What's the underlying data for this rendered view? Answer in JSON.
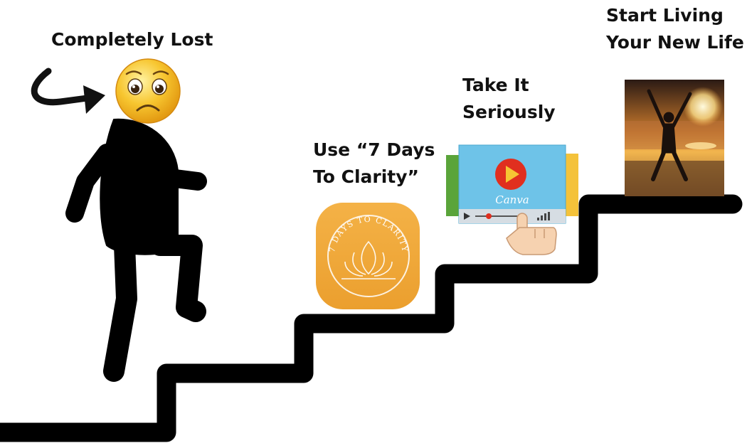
{
  "steps": [
    {
      "lines": [
        "Completely Lost"
      ]
    },
    {
      "lines": [
        "Use “7 Days",
        "To Clarity”"
      ]
    },
    {
      "lines": [
        "Take It",
        "Seriously"
      ]
    },
    {
      "lines": [
        "Start Living",
        "Your New Life"
      ]
    }
  ],
  "badge": {
    "text": "7 DAYS TO CLARITY"
  },
  "video": {
    "brand": "Canva"
  },
  "colors": {
    "stairs": "#000000",
    "figure": "#000000",
    "emoji": "#f7c630",
    "badge": "#f0a93a",
    "video_screen": "#67c1e6",
    "play": "#e02f1f"
  },
  "icons": [
    "sad-face-emoji-icon",
    "curved-arrow-icon",
    "lotus-icon",
    "play-icon",
    "hand-pointer-icon"
  ]
}
